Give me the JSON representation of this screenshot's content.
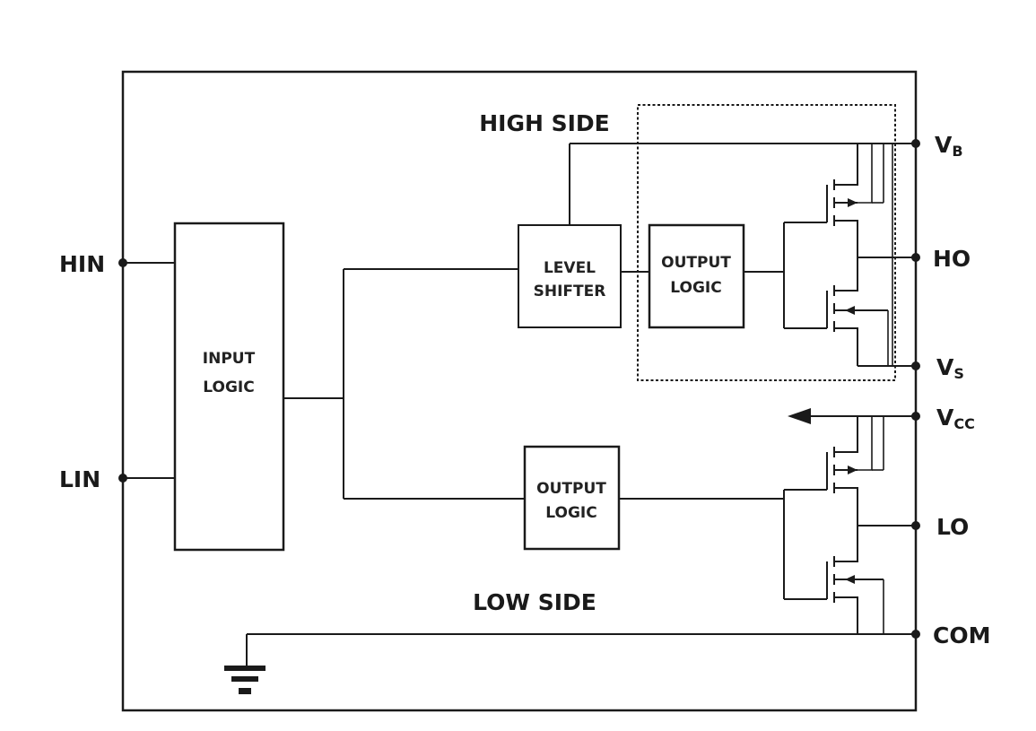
{
  "blocks": {
    "input_logic": [
      "INPUT",
      "LOGIC"
    ],
    "level_shifter": [
      "LEVEL",
      "SHIFTER"
    ],
    "high_output_logic": [
      "OUTPUT",
      "LOGIC"
    ],
    "low_output_logic": [
      "OUTPUT",
      "LOGIC"
    ]
  },
  "sections": {
    "high_side": "HIGH SIDE",
    "low_side": "LOW SIDE"
  },
  "pins": {
    "hin": "HIN",
    "lin": "LIN",
    "vb": {
      "main": "V",
      "sub": "B"
    },
    "ho": "HO",
    "vs": {
      "main": "V",
      "sub": "S"
    },
    "vcc": {
      "main": "V",
      "sub": "CC"
    },
    "lo": "LO",
    "com": "COM"
  }
}
